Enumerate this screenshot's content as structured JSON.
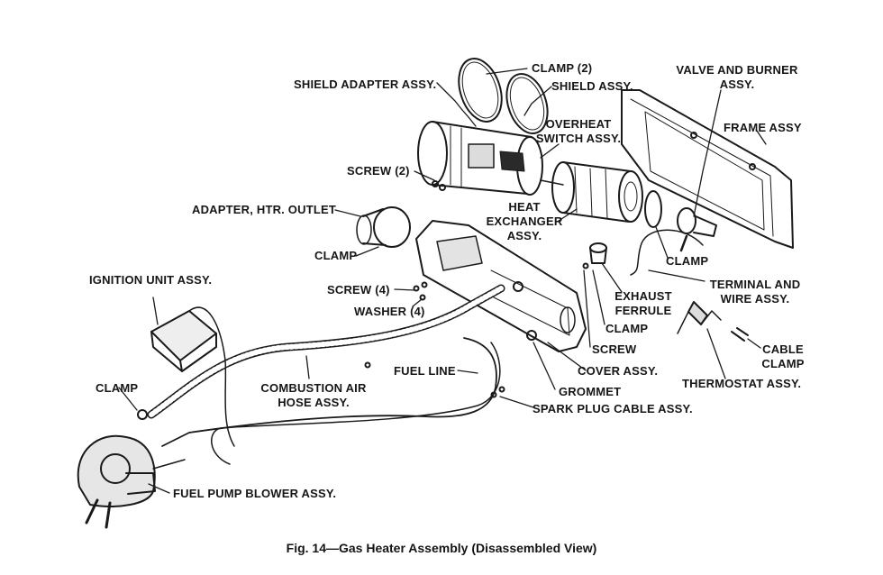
{
  "caption": "Fig. 14—Gas Heater Assembly (Disassembled View)",
  "labels": {
    "clamp_2": "CLAMP (2)",
    "shield_adapter": "SHIELD ADAPTER ASSY.",
    "shield_assy": "SHIELD ASSY.",
    "valve_burner_1": "VALVE AND BURNER",
    "valve_burner_2": "ASSY.",
    "frame_assy": "FRAME ASSY",
    "overheat_1": "OVERHEAT",
    "overheat_2": "SWITCH ASSY.",
    "screw_2": "SCREW (2)",
    "adapter_htr": "ADAPTER, HTR. OUTLET",
    "heat_1": "HEAT",
    "heat_2": "EXCHANGER",
    "heat_3": "ASSY.",
    "clamp_mid": "CLAMP",
    "clamp_right": "CLAMP",
    "ignition": "IGNITION UNIT ASSY.",
    "screw_4": "SCREW (4)",
    "washer_4": "WASHER (4)",
    "exhaust_1": "EXHAUST",
    "exhaust_2": "FERRULE",
    "terminal_1": "TERMINAL AND",
    "terminal_2": "WIRE ASSY.",
    "clamp_ferrule": "CLAMP",
    "screw_cover": "SCREW",
    "cable_clamp_1": "CABLE",
    "cable_clamp_2": "CLAMP",
    "clamp_left": "CLAMP",
    "combustion_1": "COMBUSTION AIR",
    "combustion_2": "HOSE ASSY.",
    "fuel_line": "FUEL LINE",
    "cover_assy": "COVER ASSY.",
    "thermostat": "THERMOSTAT ASSY.",
    "grommet": "GROMMET",
    "spark_plug": "SPARK PLUG CABLE ASSY.",
    "fuel_pump": "FUEL PUMP BLOWER ASSY."
  }
}
